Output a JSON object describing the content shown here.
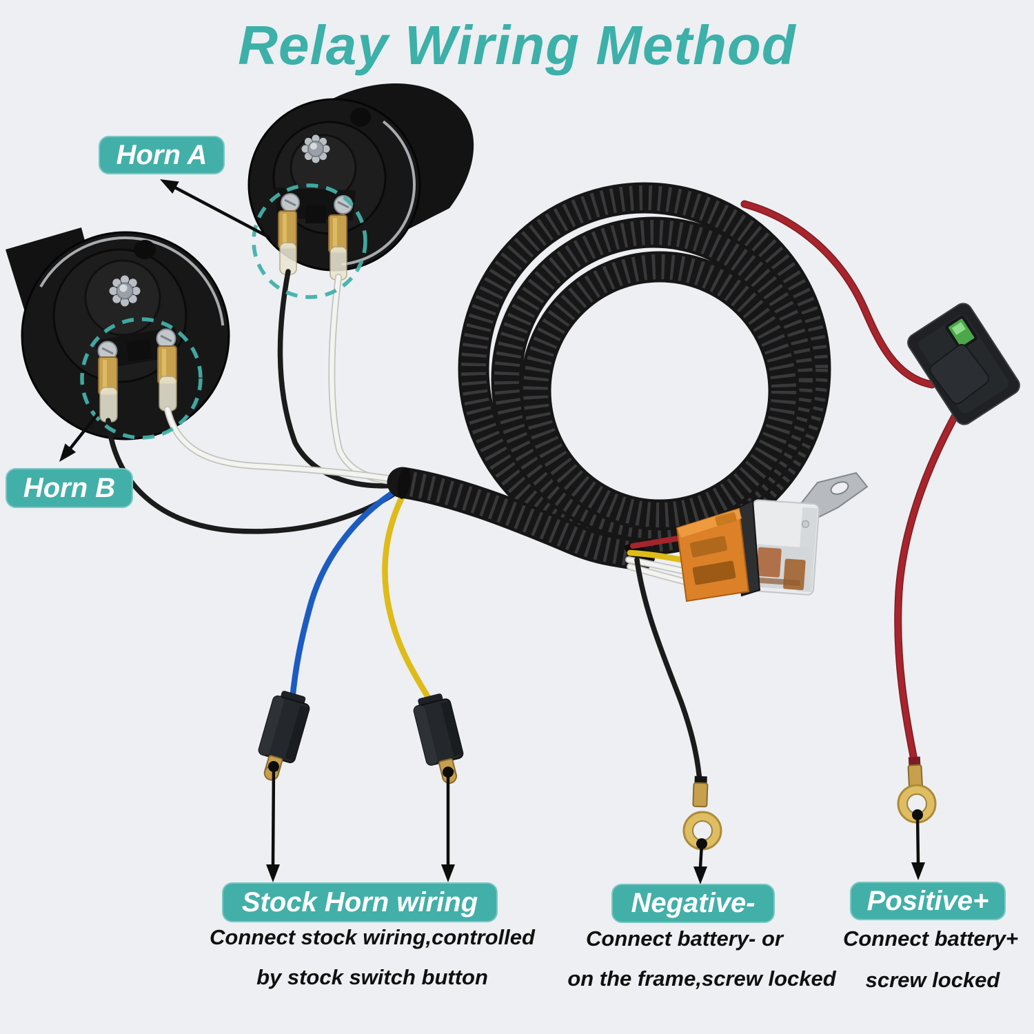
{
  "title": "Relay Wiring Method",
  "labels": {
    "horn_a": "Horn A",
    "horn_b": "Horn B"
  },
  "callouts": {
    "stock": {
      "heading": "Stock Horn wiring",
      "line1": "Connect stock wiring,controlled",
      "line2": "by stock switch button"
    },
    "negative": {
      "heading": "Negative-",
      "line1": "Connect battery- or",
      "line2": "on the frame,screw locked"
    },
    "positive": {
      "heading": "Positive+",
      "line1": "Connect battery+",
      "line2": "screw locked"
    }
  },
  "components": {
    "horn_a": "snail-horn-icon",
    "horn_b": "snail-horn-icon",
    "loom": "corrugated-loom-coil-icon",
    "relay": "relay-with-orange-socket-icon",
    "fuse": "inline-fuse-holder-icon",
    "negative_terminal": "gold-ring-terminal-icon",
    "positive_terminal": "gold-ring-terminal-icon",
    "stock_connectors": "spade-plug-connector-icon"
  },
  "colors": {
    "background": "#edeff2",
    "teal_accent": "#43afa9",
    "title_teal": "#3cb0a9",
    "label_text": "#ffffff",
    "note_text": "#101010",
    "wire_red": "#a8242d",
    "wire_yellow": "#debb18",
    "wire_blue": "#1c5cc2",
    "wire_white": "#f3f3f0",
    "wire_black": "#1b1b1b",
    "loom": "#161616",
    "loom_rib": "#3b3b3d",
    "brass": "#c7a04e",
    "gold_ring": "#dfbd62",
    "connector_orange": "#dd8128",
    "relay_shell": "#e9ebed",
    "relay_copper": "#b0714a",
    "fuse_green": "#4ca74a",
    "metal_bracket": "#b7bbbf",
    "arrow": "#0d0d0d"
  }
}
